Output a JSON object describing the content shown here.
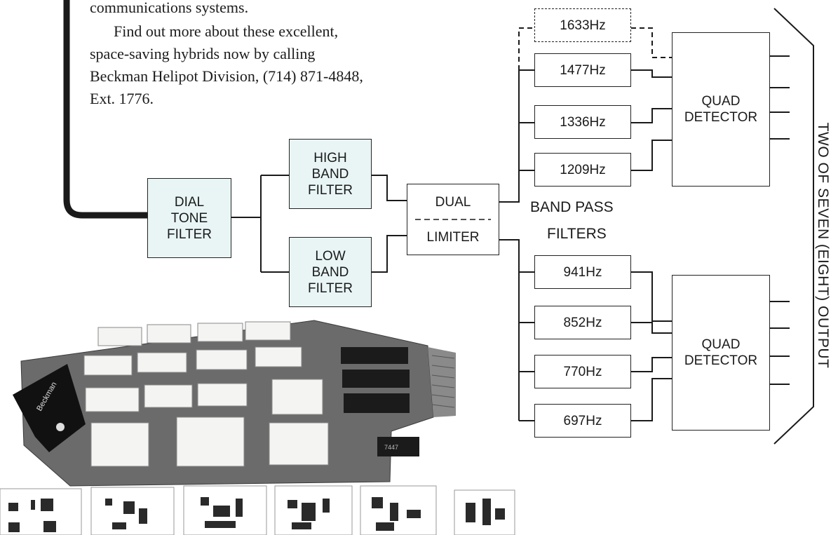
{
  "ad_text": {
    "line1": "communications systems.",
    "line2": "Find out more about these excellent,",
    "line3": "space-saving hybrids now by calling",
    "line4": "Beckman Helipot Division, (714) 871-4848,",
    "line5": "Ext. 1776."
  },
  "diagram": {
    "dial_tone_filter": "DIAL\nTONE\nFILTER",
    "high_band_filter": "HIGH\nBAND\nFILTER",
    "low_band_filter": "LOW\nBAND\nFILTER",
    "dual_limiter_top": "DUAL",
    "dual_limiter_bottom": "LIMITER",
    "high_filters": [
      "1633Hz",
      "1477Hz",
      "1336Hz",
      "1209Hz"
    ],
    "low_filters": [
      "941Hz",
      "852Hz",
      "770Hz",
      "697Hz"
    ],
    "band_pass_label_1": "BAND PASS",
    "band_pass_label_2": "FILTERS",
    "quad_detector_top": "QUAD\nDETECTOR",
    "quad_detector_bottom": "QUAD\nDETECTOR",
    "output_label": "TWO OF SEVEN (EIGHT) OUTPUT"
  },
  "photo": {
    "board_brand": "Beckman",
    "chip_code": "7447",
    "board_color": "#6b6b6b",
    "tint_color": "#e9f5f5"
  }
}
